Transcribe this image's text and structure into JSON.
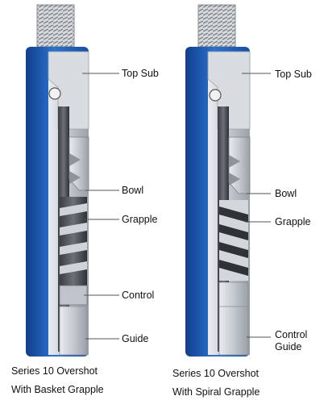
{
  "left_tool": {
    "labels": {
      "top_sub": "Top Sub",
      "bowl": "Bowl",
      "grapple": "Grapple",
      "control": "Control",
      "guide": "Guide"
    },
    "caption": [
      "Series 10 Overshot",
      "With Basket Grapple"
    ]
  },
  "right_tool": {
    "labels": {
      "top_sub": "Top Sub",
      "bowl": "Bowl",
      "grapple": "Grapple",
      "control_guide": [
        "Control",
        "Guide"
      ]
    },
    "caption": [
      "Series 10 Overshot",
      "With Spiral Grapple"
    ]
  },
  "colors": {
    "body_blue": "#1f5fb8",
    "steel": "#c8cdd3",
    "dark_steel": "#5d6268",
    "leader": "#555555"
  }
}
